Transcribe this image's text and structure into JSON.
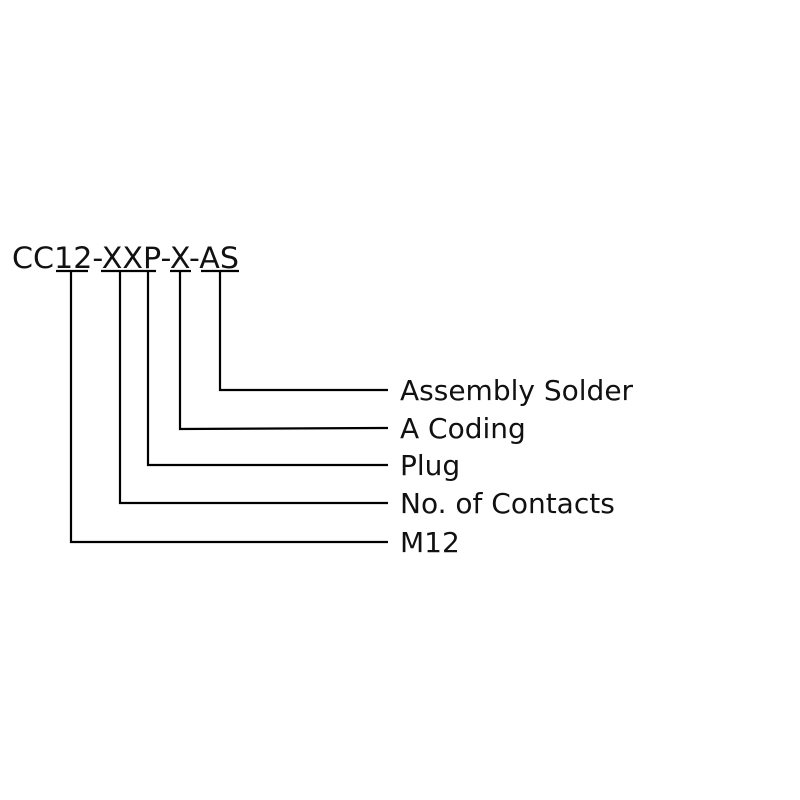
{
  "part_number": {
    "prefix": "CC",
    "segments": [
      "12",
      "-",
      "XXP",
      "-",
      "X",
      "-",
      "AS"
    ]
  },
  "labels": [
    "Assembly Solder",
    "A Coding",
    "Plug",
    "No. of Contacts",
    "M12"
  ]
}
